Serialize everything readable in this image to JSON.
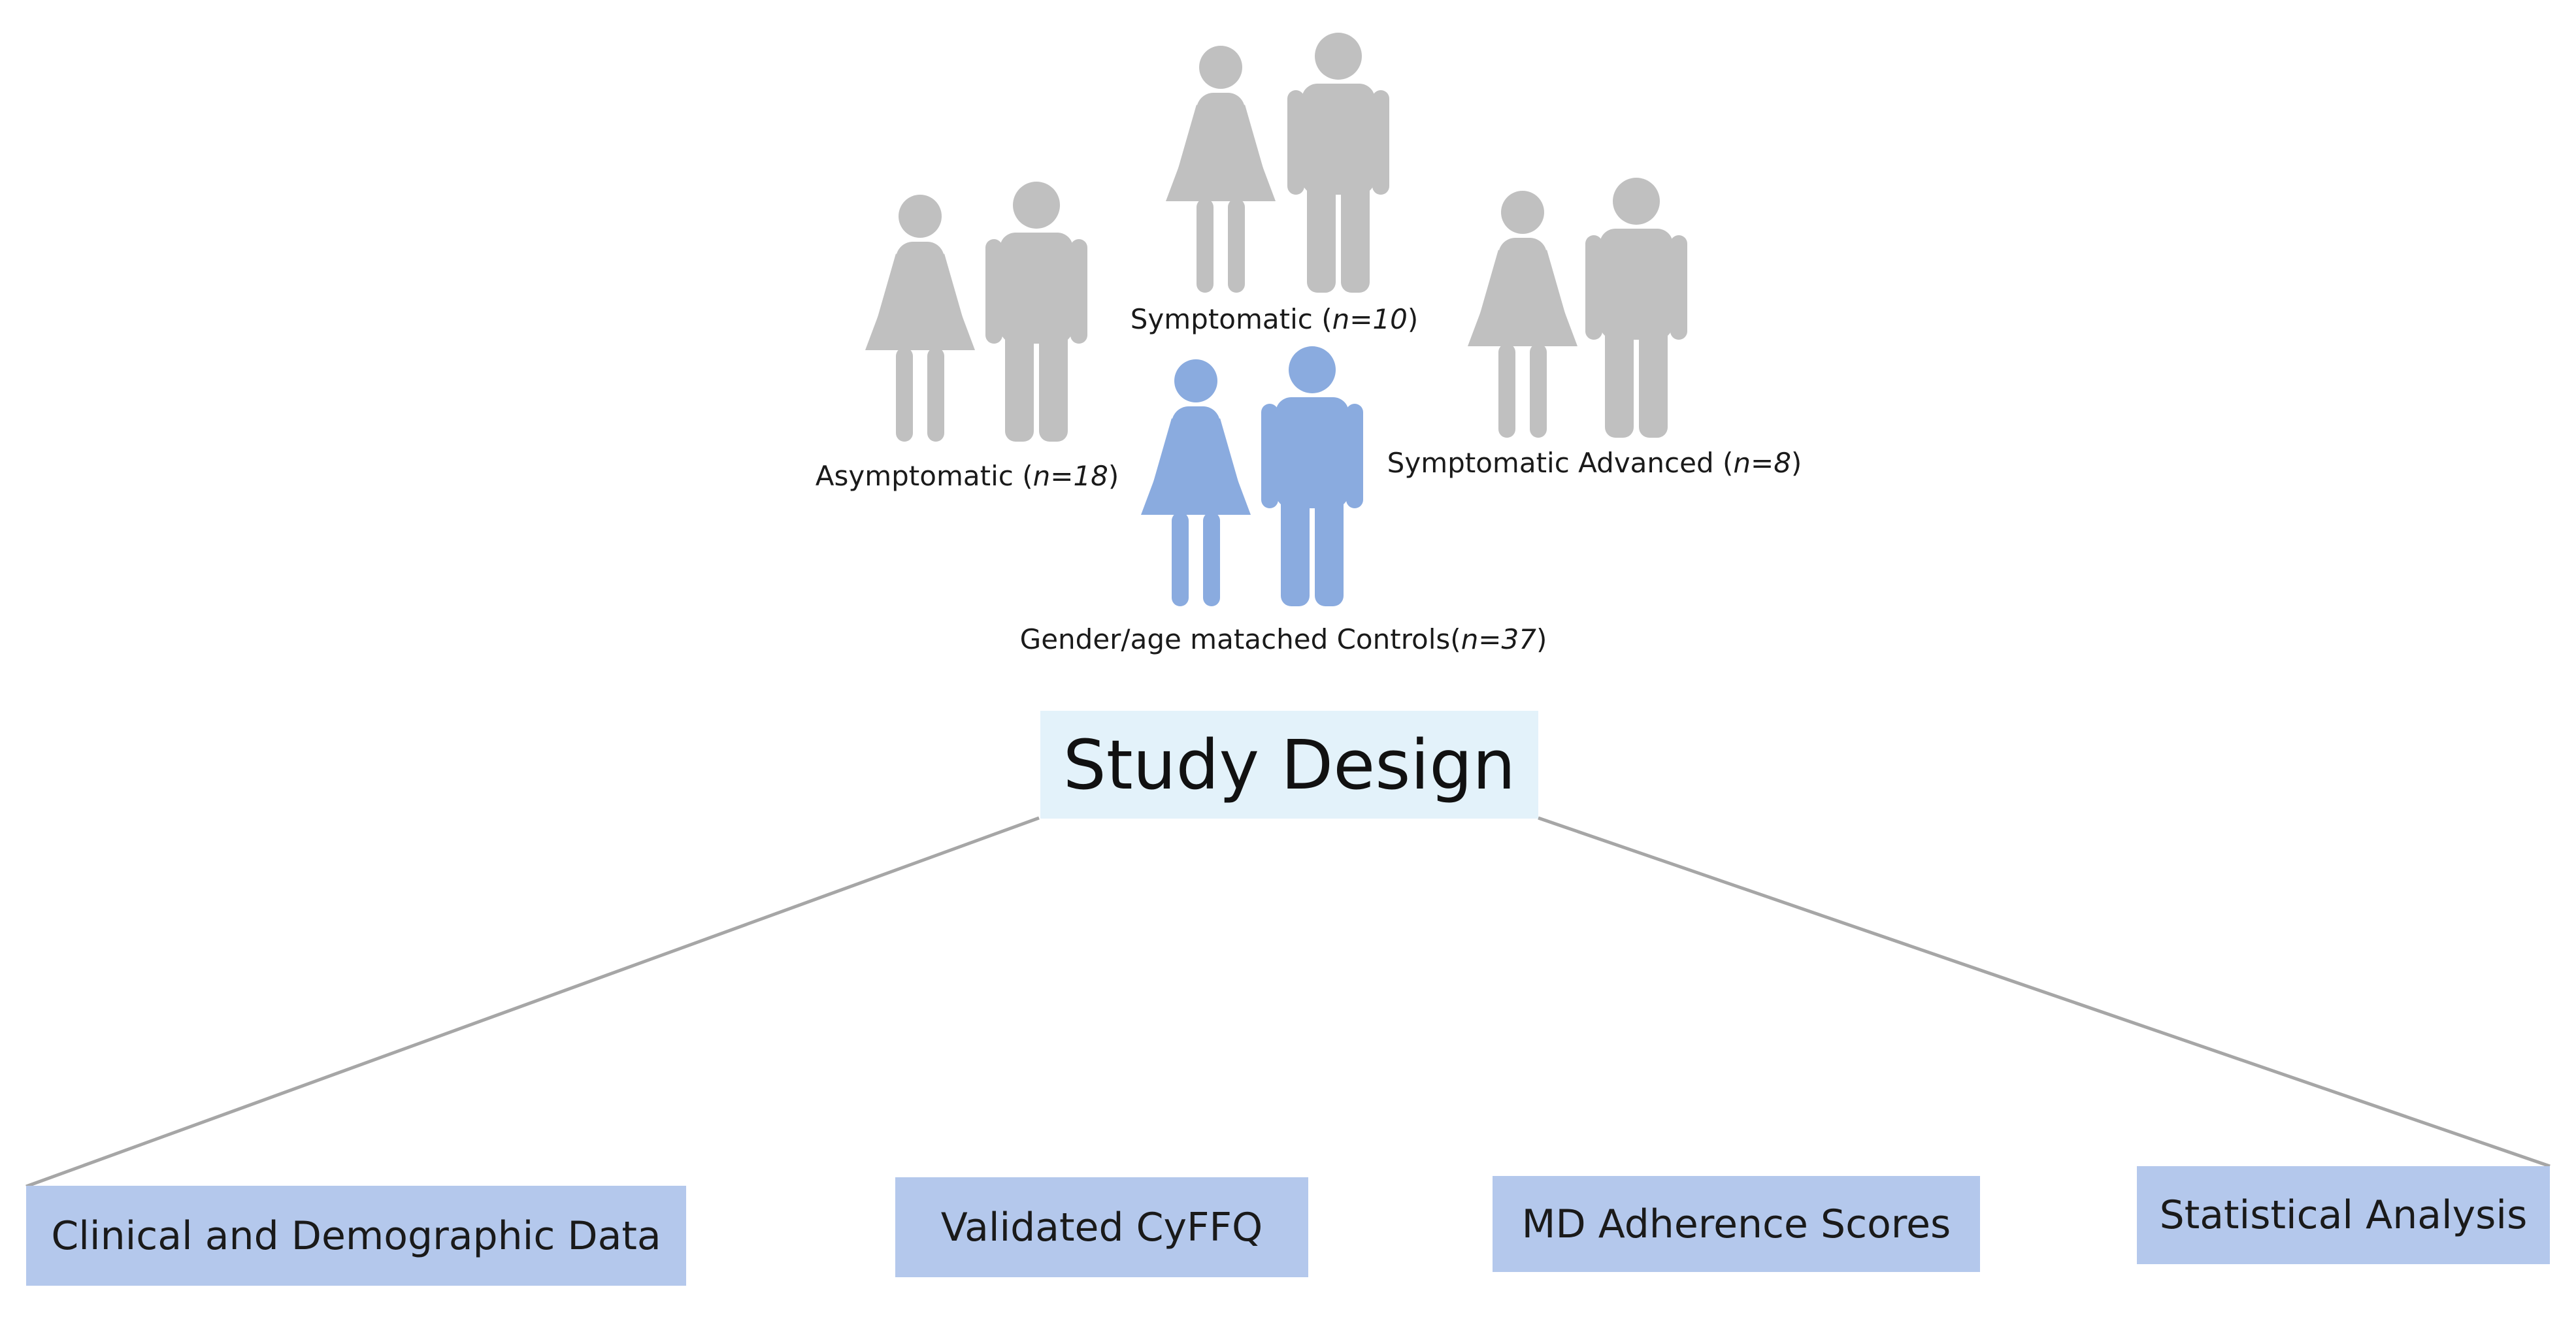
{
  "groups": {
    "symptomatic": {
      "label": "Symptomatic",
      "n": "n=10"
    },
    "asymptomatic": {
      "label": "Asymptomatic",
      "n": "n=18"
    },
    "advanced": {
      "label": "Symptomatic Advanced",
      "n": "n=8"
    },
    "controls": {
      "label": "Gender/age matached Controls",
      "n": "n=37"
    }
  },
  "center": {
    "title": "Study Design"
  },
  "boxes": {
    "clinical": "Clinical and Demographic Data",
    "cyffq": "Validated CyFFQ",
    "md": "MD Adherence Scores",
    "stats": "Statistical Analysis"
  },
  "colors": {
    "patient_figure": "#c0c0c0",
    "control_figure": "#8aabdf",
    "center_box": "#e3f2fa",
    "leaf_box": "#b4c8ec",
    "connector": "#a6a6a6"
  },
  "icons": [
    "female-person-icon",
    "male-person-icon"
  ]
}
